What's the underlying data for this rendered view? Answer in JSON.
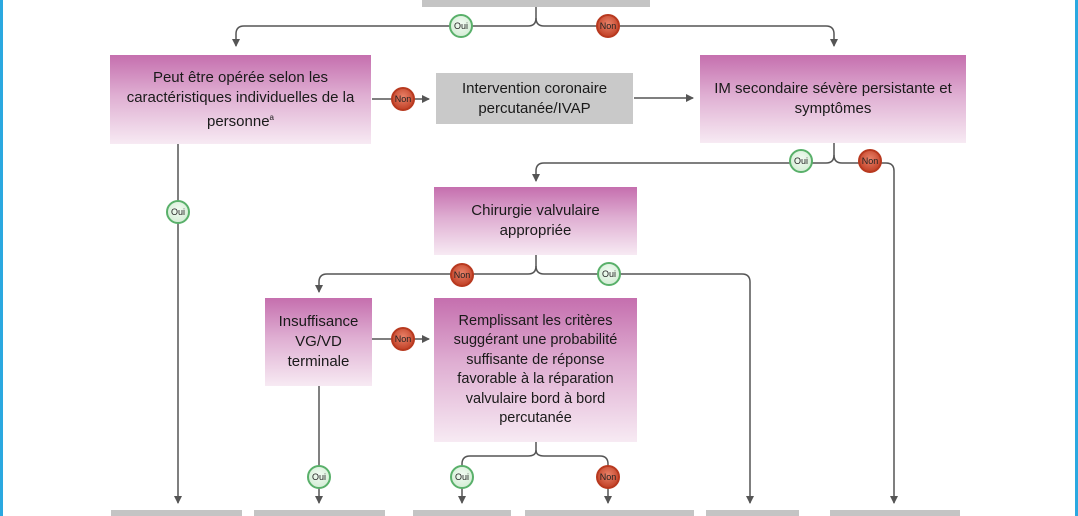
{
  "boxes": {
    "operable": "Peut être opérée selon les caractéristiques individuelles de la personne",
    "operable_sup": "a",
    "pci": "Intervention coronaire percutanée/IVAP",
    "im_severe": "IM secondaire sévère persistante et symptômes",
    "chirurgie": "Chirurgie valvulaire appropriée",
    "insuffisance": "Insuffisance VG/VD terminale",
    "criteres": "Remplissant les critères suggérant une probabilité suffisante de réponse favorable à la réparation valvulaire bord à bord percutanée"
  },
  "badges": {
    "yes": "Oui",
    "no": "Non"
  },
  "colors": {
    "frame": "#2aa8e0",
    "pink_top": "#c56fae",
    "grey_box": "#c9c9c9",
    "yes_ring": "#59b06a",
    "no_fill": "#c4452b",
    "line": "#555555"
  }
}
